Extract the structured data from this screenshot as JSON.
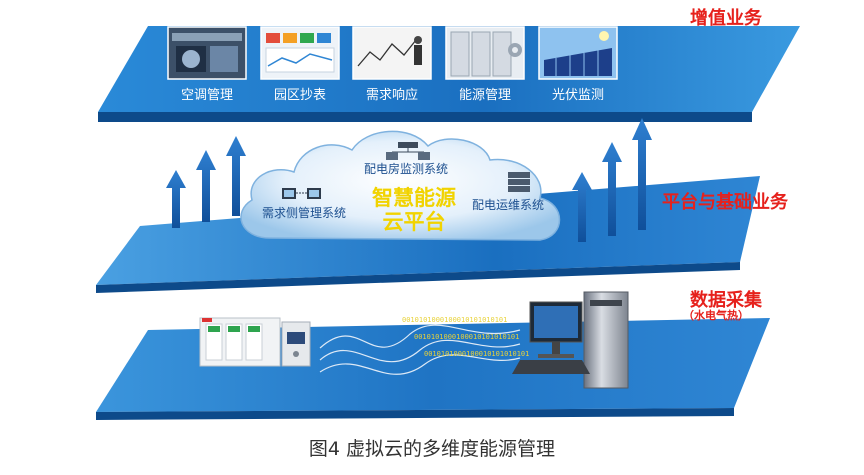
{
  "layers": {
    "top": {
      "title": "增值业务"
    },
    "middle": {
      "title": "平台与基础业务"
    },
    "bottom": {
      "title": "数据采集",
      "subtitle": "（水电气热）"
    }
  },
  "services": [
    {
      "label": "空调管理",
      "icon": "hvac-photo-icon"
    },
    {
      "label": "园区抄表",
      "icon": "dashboard-photo-icon"
    },
    {
      "label": "需求响应",
      "icon": "demand-response-photo-icon"
    },
    {
      "label": "能源管理",
      "icon": "energy-cabinet-photo-icon"
    },
    {
      "label": "光伏监测",
      "icon": "solar-panel-photo-icon"
    }
  ],
  "cloud": {
    "title_line1": "智慧能源",
    "title_line2": "云平台",
    "systems": {
      "substation": "配电房监测系统",
      "demand_side": "需求侧管理系统",
      "operations": "配电运维系统"
    }
  },
  "binary_stream": {
    "row1": "0010101000100010101010101",
    "row2": "0010101000100010101010101",
    "row3": "0010101000100010101010101"
  },
  "caption": "图4 虚拟云的多维度能源管理",
  "colors": {
    "layer_blue": "#1f74c4",
    "layer_dark": "#0d4a8a",
    "title_red": "#e6211c",
    "cloud_yellow": "#f1d300"
  }
}
